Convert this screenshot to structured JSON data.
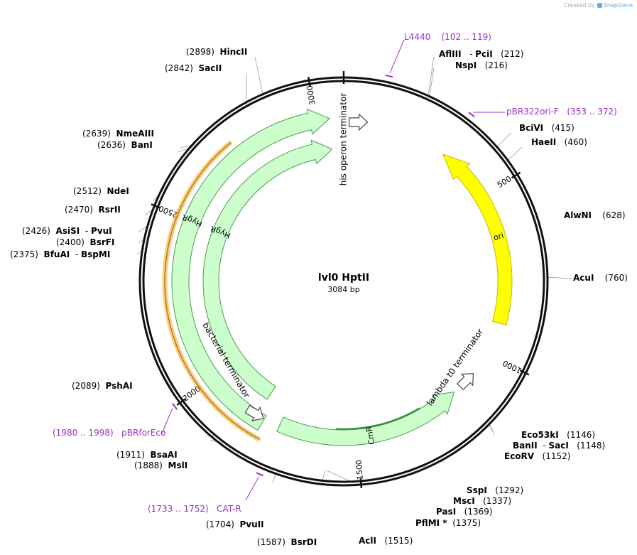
{
  "credit": {
    "created_by": "Created by",
    "brand": "SnapGene"
  },
  "map": {
    "name": "lvl0 HptII",
    "length_label": "3084 bp",
    "total_bp": 3084
  },
  "ticks": [
    {
      "bp": 500,
      "label": "500"
    },
    {
      "bp": 1000,
      "label": "1000"
    },
    {
      "bp": 1500,
      "label": "1500"
    },
    {
      "bp": 2000,
      "label": "2000"
    },
    {
      "bp": 2500,
      "label": "2500"
    },
    {
      "bp": 3000,
      "label": "3000"
    }
  ],
  "features": [
    {
      "name": "ori",
      "label": "ori",
      "type": "arrow",
      "color": "#ffff00",
      "stroke": "#c8b400"
    },
    {
      "name": "hygr-1",
      "label": "HygR",
      "type": "arrow",
      "color": "#ccffcc",
      "stroke": "#4a9a4a"
    },
    {
      "name": "hygr-2",
      "label": "HygR",
      "type": "arrow",
      "color": "#ccffcc",
      "stroke": "#4a9a4a"
    },
    {
      "name": "cmr",
      "label": "CmR",
      "type": "arrow",
      "color": "#ccffcc",
      "stroke": "#4a9a4a"
    },
    {
      "name": "his-operon-terminator",
      "label": "his operon terminator",
      "type": "terminator"
    },
    {
      "name": "bacterial-terminator",
      "label": "bacterial terminator",
      "type": "terminator"
    },
    {
      "name": "lambda-t0-terminator",
      "label": "lambda t0 terminator",
      "type": "terminator"
    }
  ],
  "orf_colors": {
    "orange": "#f4a820",
    "green": "#2e8b2e"
  },
  "sites": [
    {
      "name": "HincII",
      "pos": "(2898)"
    },
    {
      "name": "SacII",
      "pos": "(2842)"
    },
    {
      "name": "NmeAIII",
      "pos": "(2639)"
    },
    {
      "name": "BanI",
      "pos": "(2636)"
    },
    {
      "name": "NdeI",
      "pos": "(2512)"
    },
    {
      "name": "RsrII",
      "pos": "(2470)"
    },
    {
      "name": "AsiSI",
      "name2": "PvuI",
      "pos": "(2426)"
    },
    {
      "name": "BsrFI",
      "pos": "(2400)"
    },
    {
      "name": "BfuAI",
      "name2": "BspMI",
      "pos": "(2375)"
    },
    {
      "name": "PshAI",
      "pos": "(2089)"
    },
    {
      "name": "BsaAI",
      "pos": "(1911)"
    },
    {
      "name": "MslI",
      "pos": "(1888)"
    },
    {
      "name": "PvuII",
      "pos": "(1704)"
    },
    {
      "name": "BsrDI",
      "pos": "(1587)"
    },
    {
      "name": "AclI",
      "pos": "(1515)"
    },
    {
      "name": "PflMI *",
      "pos": "(1375)"
    },
    {
      "name": "PasI",
      "pos": "(1369)"
    },
    {
      "name": "MscI",
      "pos": "(1337)"
    },
    {
      "name": "SspI",
      "pos": "(1292)"
    },
    {
      "name": "EcoRV",
      "pos": "(1152)"
    },
    {
      "name": "BanII",
      "name2": "SacI",
      "pos": "(1148)"
    },
    {
      "name": "Eco53kI",
      "pos": "(1146)"
    },
    {
      "name": "AcuI",
      "pos": "(760)"
    },
    {
      "name": "AlwNI",
      "pos": "(628)"
    },
    {
      "name": "HaeII",
      "pos": "(460)"
    },
    {
      "name": "BciVI",
      "pos": "(415)"
    },
    {
      "name": "NspI",
      "pos": "(216)"
    },
    {
      "name": "AflIII",
      "name2": "PciI",
      "pos": "(212)"
    }
  ],
  "primers": [
    {
      "name": "L4440",
      "range": "(102 .. 119)"
    },
    {
      "name": "pBR322ori-F",
      "range": "(353 .. 372)"
    },
    {
      "name": "pBRforEco",
      "range": "(1980 .. 1998)"
    },
    {
      "name": "CAT-R",
      "range": "(1733 .. 1752)"
    }
  ],
  "primer_color": "#9b30c8"
}
